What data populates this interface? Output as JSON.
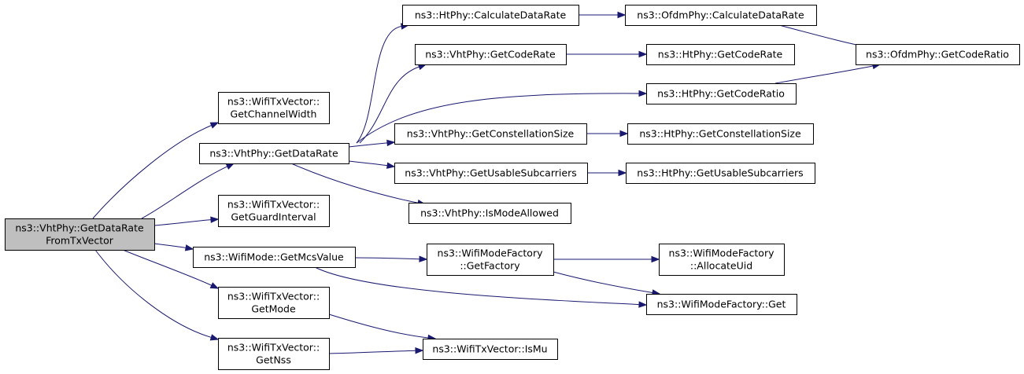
{
  "nodes": {
    "root": [
      "ns3::VhtPhy::GetDataRate",
      "FromTxVector"
    ],
    "get_channel_width": [
      "ns3::WifiTxVector::",
      "GetChannelWidth"
    ],
    "vht_get_data_rate": [
      "ns3::VhtPhy::GetDataRate"
    ],
    "get_guard_interval": [
      "ns3::WifiTxVector::",
      "GetGuardInterval"
    ],
    "get_mcs_value": [
      "ns3::WifiMode::GetMcsValue"
    ],
    "get_mode": [
      "ns3::WifiTxVector::",
      "GetMode"
    ],
    "get_nss": [
      "ns3::WifiTxVector::",
      "GetNss"
    ],
    "ht_calculate_data_rate": [
      "ns3::HtPhy::CalculateDataRate"
    ],
    "vht_get_code_rate": [
      "ns3::VhtPhy::GetCodeRate"
    ],
    "ht_get_code_ratio": [
      "ns3::HtPhy::GetCodeRatio"
    ],
    "vht_get_constellation_size": [
      "ns3::VhtPhy::GetConstellationSize"
    ],
    "vht_get_usable_subcarriers": [
      "ns3::VhtPhy::GetUsableSubcarriers"
    ],
    "vht_is_mode_allowed": [
      "ns3::VhtPhy::IsModeAllowed"
    ],
    "factory_get_factory": [
      "ns3::WifiModeFactory",
      "::GetFactory"
    ],
    "is_mu": [
      "ns3::WifiTxVector::IsMu"
    ],
    "ofdm_calculate_data_rate": [
      "ns3::OfdmPhy::CalculateDataRate"
    ],
    "ht_get_code_rate": [
      "ns3::HtPhy::GetCodeRate"
    ],
    "ofdm_get_code_ratio": [
      "ns3::OfdmPhy::GetCodeRatio"
    ],
    "ht_get_constellation_size": [
      "ns3::HtPhy::GetConstellationSize"
    ],
    "ht_get_usable_subcarriers": [
      "ns3::HtPhy::GetUsableSubcarriers"
    ],
    "factory_allocate_uid": [
      "ns3::WifiModeFactory",
      "::AllocateUid"
    ],
    "factory_get": [
      "ns3::WifiModeFactory::Get"
    ]
  },
  "edges": [
    [
      "root",
      "get_channel_width"
    ],
    [
      "root",
      "vht_get_data_rate"
    ],
    [
      "root",
      "get_guard_interval"
    ],
    [
      "root",
      "get_mcs_value"
    ],
    [
      "root",
      "get_mode"
    ],
    [
      "root",
      "get_nss"
    ],
    [
      "vht_get_data_rate",
      "ht_calculate_data_rate"
    ],
    [
      "vht_get_data_rate",
      "vht_get_code_rate"
    ],
    [
      "vht_get_data_rate",
      "ht_get_code_ratio"
    ],
    [
      "vht_get_data_rate",
      "vht_get_constellation_size"
    ],
    [
      "vht_get_data_rate",
      "vht_get_usable_subcarriers"
    ],
    [
      "vht_get_data_rate",
      "vht_is_mode_allowed"
    ],
    [
      "ht_calculate_data_rate",
      "ofdm_calculate_data_rate"
    ],
    [
      "ofdm_calculate_data_rate",
      "ofdm_get_code_ratio"
    ],
    [
      "vht_get_code_rate",
      "ht_get_code_rate"
    ],
    [
      "ht_get_code_ratio",
      "ofdm_get_code_ratio"
    ],
    [
      "vht_get_constellation_size",
      "ht_get_constellation_size"
    ],
    [
      "vht_get_usable_subcarriers",
      "ht_get_usable_subcarriers"
    ],
    [
      "get_mcs_value",
      "factory_get_factory"
    ],
    [
      "get_mcs_value",
      "factory_get"
    ],
    [
      "factory_get_factory",
      "factory_allocate_uid"
    ],
    [
      "factory_get_factory",
      "factory_get"
    ],
    [
      "get_mode",
      "is_mu"
    ],
    [
      "get_nss",
      "is_mu"
    ]
  ]
}
